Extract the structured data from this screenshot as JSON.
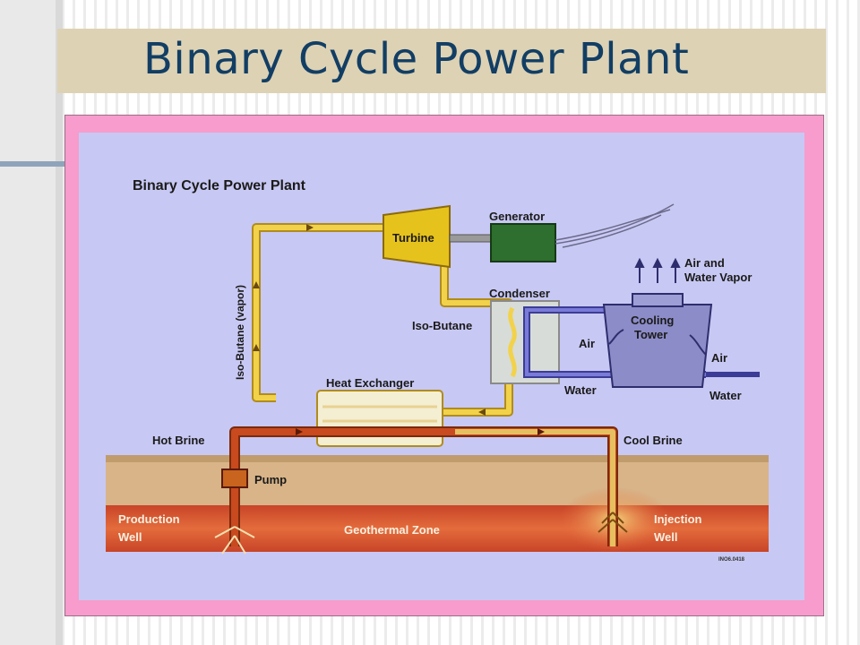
{
  "slide": {
    "title": "Binary Cycle Power Plant"
  },
  "diagram": {
    "heading": "Binary Cycle Power Plant",
    "labels": {
      "generator": "Generator",
      "turbine": "Turbine",
      "air_water_vapor_1": "Air and",
      "air_water_vapor_2": "Water Vapor",
      "condenser": "Condenser",
      "iso_butane": "Iso-Butane",
      "iso_butane_vapor": "Iso-Butane (vapor)",
      "cooling_tower_1": "Cooling",
      "cooling_tower_2": "Tower",
      "air_left": "Air",
      "air_right": "Air",
      "water_left": "Water",
      "water_right": "Water",
      "heat_exchanger": "Heat Exchanger",
      "hot_brine": "Hot Brine",
      "cool_brine": "Cool Brine",
      "pump": "Pump",
      "production_well_1": "Production",
      "production_well_2": "Well",
      "geothermal_zone": "Geothermal Zone",
      "injection_well_1": "Injection",
      "injection_well_2": "Well",
      "figure_code": "INO6.0418"
    },
    "colors": {
      "panel": "#c8c8f4",
      "surface": "#d8b488",
      "geothermal": "#dc5a36",
      "isobutane_pipe": "#f2d24a",
      "brine_pipe": "#c84a1e",
      "generator": "#2e6e2e",
      "cooling_tower": "#8c8cc8",
      "water_pipe": "#3c3c96"
    }
  }
}
